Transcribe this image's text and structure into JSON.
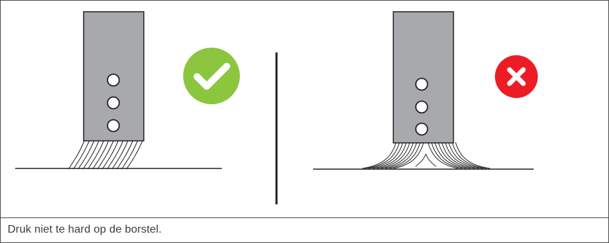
{
  "caption": "Druk niet te hard op de borstel.",
  "panels": [
    {
      "name": "correct-pressure",
      "status": "correct",
      "status_icon": "check-icon",
      "status_color": "#8cc63f"
    },
    {
      "name": "too-much-pressure",
      "status": "incorrect",
      "status_icon": "cross-icon",
      "status_color": "#ed1c24"
    }
  ],
  "colors": {
    "handle": "#a7a9ac",
    "outline": "#231f20",
    "check": "#8cc63f",
    "cross": "#ed1c24"
  }
}
